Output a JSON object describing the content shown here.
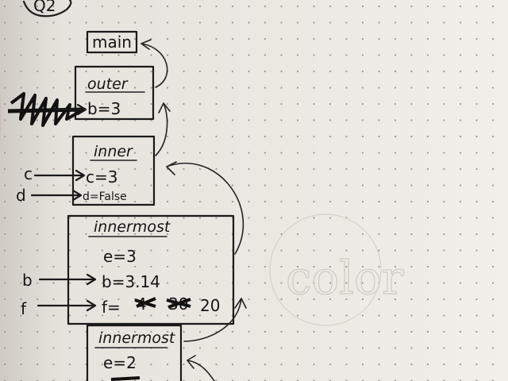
{
  "question_label": "Q2",
  "frames": {
    "main": {
      "title": "main"
    },
    "outer": {
      "title": "outer",
      "bindings": [
        "b=3"
      ]
    },
    "inner": {
      "title": "inner",
      "bindings": [
        "c=3",
        "d=False"
      ]
    },
    "innermost_1": {
      "title": "innermost",
      "bindings": [
        "e=3",
        "b=3.14",
        "f="
      ],
      "crossed_values": [
        "4",
        "30"
      ],
      "final_value": "20"
    },
    "innermost_2": {
      "title": "innermost",
      "bindings": [
        "e=2"
      ]
    }
  },
  "outside_labels": {
    "c": "c",
    "d": "d",
    "b": "b",
    "f": "f"
  },
  "bleed_through_text": "color",
  "colors": {
    "paper": "#e9e6e0",
    "ink": "#1a1a1a",
    "dots": "#9c9890",
    "bleed": "#cfcac2"
  }
}
